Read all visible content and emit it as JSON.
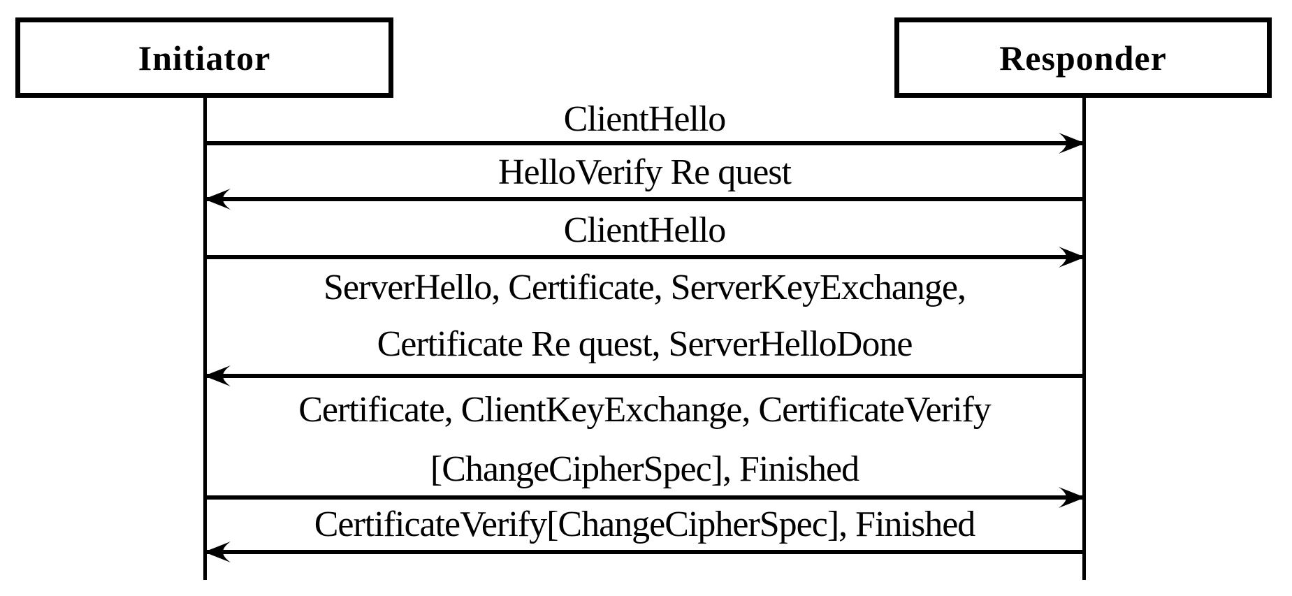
{
  "diagram": {
    "type": "sequence-diagram",
    "subject": "DTLS handshake message flow",
    "colors": {
      "foreground": "#000000",
      "background": "#ffffff"
    },
    "actors": [
      {
        "id": "initiator",
        "label": "Initiator"
      },
      {
        "id": "responder",
        "label": "Responder"
      }
    ],
    "messages": [
      {
        "from": "Initiator",
        "to": "Responder",
        "direction": "right",
        "lines": [
          "ClientHello"
        ]
      },
      {
        "from": "Responder",
        "to": "Initiator",
        "direction": "left",
        "lines": [
          "HelloVerify Re quest"
        ]
      },
      {
        "from": "Initiator",
        "to": "Responder",
        "direction": "right",
        "lines": [
          "ClientHello"
        ]
      },
      {
        "from": "Responder",
        "to": "Initiator",
        "direction": "left",
        "lines": [
          "ServerHello, Certificate, ServerKeyExchange,",
          "Certificate Re quest, ServerHelloDone"
        ]
      },
      {
        "from": "Initiator",
        "to": "Responder",
        "direction": "right",
        "lines": [
          "Certificate, ClientKeyExchange, CertificateVerify",
          "[ChangeCipherSpec], Finished"
        ]
      },
      {
        "from": "Responder",
        "to": "Initiator",
        "direction": "left",
        "lines": [
          "CertificateVerify[ChangeCipherSpec], Finished"
        ]
      }
    ]
  }
}
